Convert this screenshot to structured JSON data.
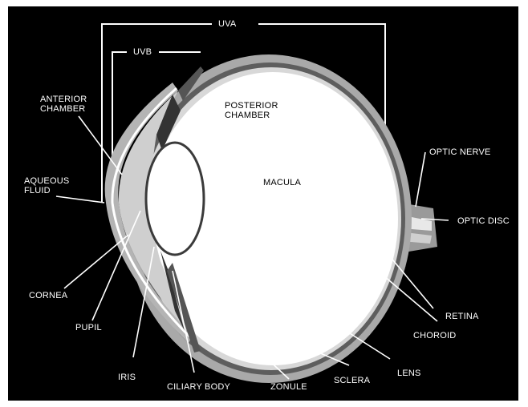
{
  "colors": {
    "background": "#000000",
    "globe": "#ffffff",
    "sclera": "#a9a9a9",
    "choroid": "#5e5e5e",
    "label": "#ffffff"
  },
  "labels": {
    "uva": "UVA",
    "uvb": "UVB",
    "anterior_chamber": "ANTERIOR\nCHAMBER",
    "posterior_chamber": "POSTERIOR\nCHAMBER",
    "aqueous_fluid": "AQUEOUS\nFLUID",
    "macula": "MACULA",
    "optic_nerve": "OPTIC NERVE",
    "optic_disc": "OPTIC DISC",
    "cornea": "CORNEA",
    "retina": "RETINA",
    "pupil": "PUPIL",
    "choroid": "CHOROID",
    "iris": "IRIS",
    "ciliary_body": "CILIARY BODY",
    "zonule": "ZONULE",
    "sclera": "SCLERA",
    "lens": "LENS"
  }
}
